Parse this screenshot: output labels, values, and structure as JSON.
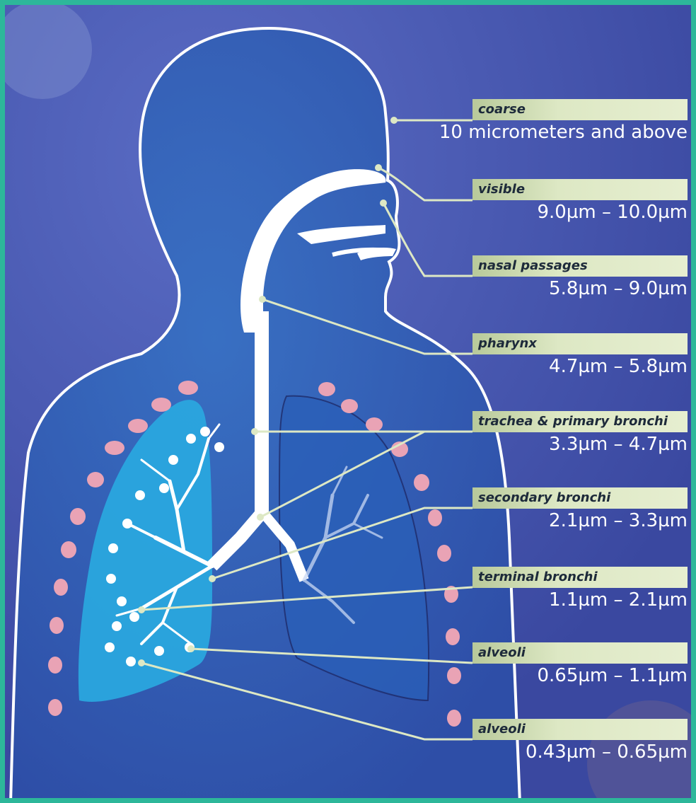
{
  "labels": [
    {
      "name": "coarse",
      "size": "10 micrometers and above"
    },
    {
      "name": "visible",
      "size": "9.0µm – 10.0µm"
    },
    {
      "name": "nasal passages",
      "size": "5.8µm – 9.0µm"
    },
    {
      "name": "pharynx",
      "size": "4.7µm – 5.8µm"
    },
    {
      "name": "trachea & primary bronchi",
      "size": "3.3µm – 4.7µm"
    },
    {
      "name": "secondary bronchi",
      "size": "2.1µm – 3.3µm"
    },
    {
      "name": "terminal bronchi",
      "size": "1.1µm – 2.1µm"
    },
    {
      "name": "alveoli",
      "size": "0.65µm – 1.1µm"
    },
    {
      "name": "alveoli",
      "size": "0.43µm – 0.65µm"
    }
  ],
  "colors": {
    "background": "#3f4fa8",
    "outline": "#ffffff",
    "lung": "#29a6de",
    "ribs": "#e9a3b5",
    "tag": "#dde8c4",
    "frame": "#2db79a"
  }
}
